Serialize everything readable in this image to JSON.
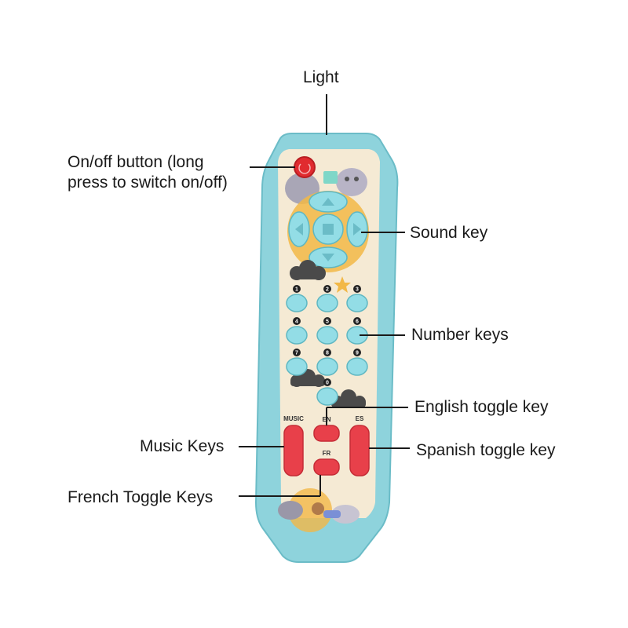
{
  "callouts": {
    "light": "Light",
    "on_off_line1": "On/off button (long",
    "on_off_line2": "press to switch on/off)",
    "sound_key": "Sound key",
    "number_keys": "Number keys",
    "english_toggle": "English toggle key",
    "music_keys": "Music Keys",
    "spanish_toggle": "Spanish toggle key",
    "french_toggle": "French Toggle Keys"
  },
  "remote": {
    "number_labels": [
      "1",
      "2",
      "3",
      "4",
      "5",
      "6",
      "7",
      "8",
      "9",
      "0"
    ],
    "key_music": "MUSIC",
    "key_en": "EN",
    "key_es": "ES",
    "key_fr": "FR"
  },
  "colors": {
    "shell": "#8ed3dc",
    "shell_dark": "#6bbcc7",
    "face": "#f5ead4",
    "key_blue": "#93dde6",
    "key_red": "#e8404a",
    "power": "#e12b2f",
    "moon": "#f2b847",
    "cloud": "#4a4a4a"
  }
}
